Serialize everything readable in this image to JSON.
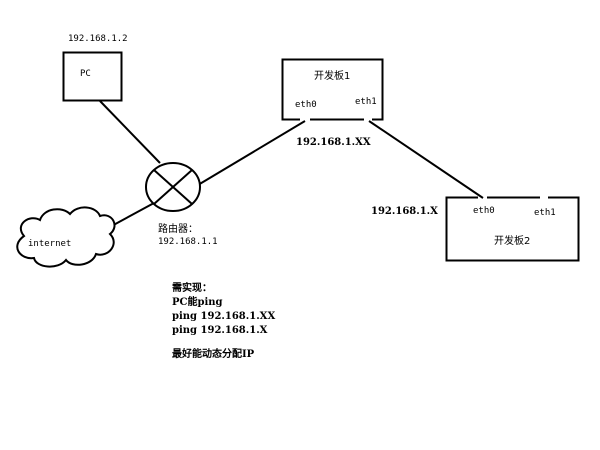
{
  "pc": {
    "label": "PC",
    "ip": "192.168.1.2"
  },
  "internet": {
    "label": "internet"
  },
  "router": {
    "label": "路由器：",
    "ip": "192.168.1.1"
  },
  "board1": {
    "label": "开发板1",
    "eth0": "eth0",
    "eth1": "eth1",
    "ip": "192.168.1.XX"
  },
  "board2": {
    "label": "开发板2",
    "eth0": "eth0",
    "eth1": "eth1",
    "ip": "192.168.1.X"
  },
  "requirements": {
    "title": "需实现：",
    "line1": "PC能ping",
    "line2": "ping 192.168.1.XX",
    "line3": "ping 192.168.1.X",
    "extra": "最好能动态分配IP"
  },
  "colors": {
    "stroke": "#000000",
    "background": "#ffffff"
  }
}
